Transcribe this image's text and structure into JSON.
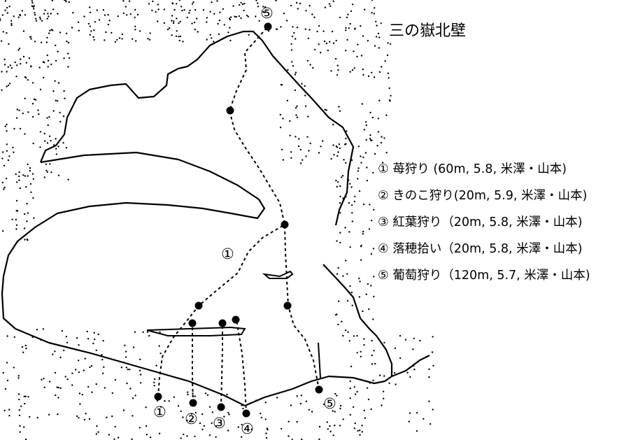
{
  "title": "三の嶽北壁",
  "legend": [
    {
      "num": "①",
      "text": "苺狩り (60m, 5.8, 米澤・山本)"
    },
    {
      "num": "②",
      "text": "きのこ狩り(20m, 5.9, 米澤・山本)"
    },
    {
      "num": "③",
      "text": "紅葉狩り（20m, 5.8, 米澤・山本)"
    },
    {
      "num": "④",
      "text": "落穂拾い（20m, 5.8, 米澤・山本)"
    },
    {
      "num": "⑤",
      "text": "葡萄狩り（120m, 5.7, 米澤・山本)"
    }
  ],
  "route_labels": {
    "r1_start": "①",
    "r1_mid": "①",
    "r2_start": "②",
    "r3_start": "③",
    "r4_start": "④",
    "r5_start": "⑤",
    "r5_top": "⑤"
  },
  "colors": {
    "line": "#000000",
    "background": "#ffffff"
  }
}
